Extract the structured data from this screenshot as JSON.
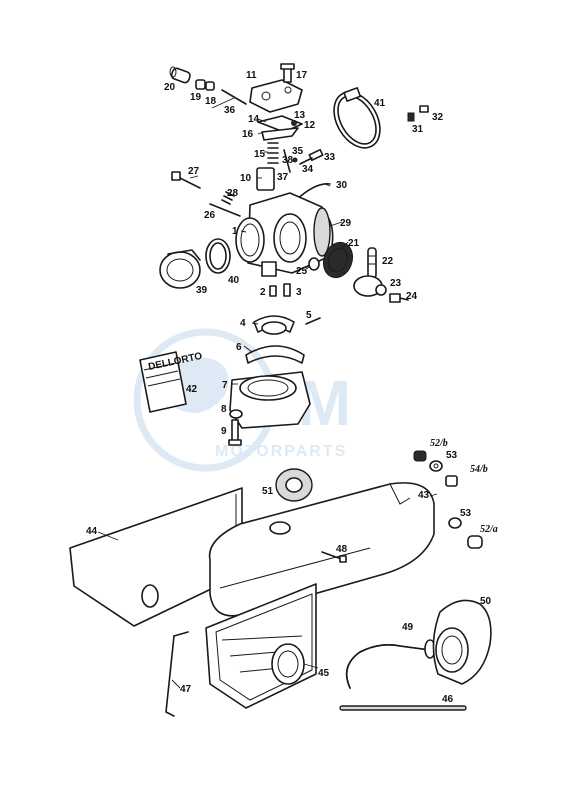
{
  "watermark": {
    "brand": "EM",
    "tagline": "MOTORPARTS",
    "color": "#9fc3e0"
  },
  "packet_label": "DELLORTO",
  "callouts": [
    {
      "id": "20",
      "text": "20"
    },
    {
      "id": "19",
      "text": "19"
    },
    {
      "id": "18",
      "text": "18"
    },
    {
      "id": "36",
      "text": "36"
    },
    {
      "id": "11",
      "text": "11"
    },
    {
      "id": "17",
      "text": "17"
    },
    {
      "id": "41",
      "text": "41"
    },
    {
      "id": "32",
      "text": "32"
    },
    {
      "id": "31",
      "text": "31"
    },
    {
      "id": "14",
      "text": "14"
    },
    {
      "id": "13",
      "text": "13"
    },
    {
      "id": "12",
      "text": "12"
    },
    {
      "id": "16",
      "text": "16"
    },
    {
      "id": "15",
      "text": "15"
    },
    {
      "id": "35",
      "text": "35"
    },
    {
      "id": "38",
      "text": "38"
    },
    {
      "id": "33",
      "text": "33"
    },
    {
      "id": "34",
      "text": "34"
    },
    {
      "id": "27",
      "text": "27"
    },
    {
      "id": "10",
      "text": "10"
    },
    {
      "id": "37",
      "text": "37"
    },
    {
      "id": "30",
      "text": "30"
    },
    {
      "id": "28",
      "text": "28"
    },
    {
      "id": "26",
      "text": "26"
    },
    {
      "id": "29",
      "text": "29"
    },
    {
      "id": "1",
      "text": "1"
    },
    {
      "id": "21",
      "text": "21"
    },
    {
      "id": "22",
      "text": "22"
    },
    {
      "id": "25",
      "text": "25"
    },
    {
      "id": "39",
      "text": "39"
    },
    {
      "id": "40",
      "text": "40"
    },
    {
      "id": "23",
      "text": "23"
    },
    {
      "id": "24",
      "text": "24"
    },
    {
      "id": "2",
      "text": "2"
    },
    {
      "id": "3",
      "text": "3"
    },
    {
      "id": "5",
      "text": "5"
    },
    {
      "id": "4",
      "text": "4"
    },
    {
      "id": "6",
      "text": "6"
    },
    {
      "id": "42",
      "text": "42"
    },
    {
      "id": "7",
      "text": "7"
    },
    {
      "id": "8",
      "text": "8"
    },
    {
      "id": "9",
      "text": "9"
    },
    {
      "id": "52b",
      "text": "52/b"
    },
    {
      "id": "53a",
      "text": "53"
    },
    {
      "id": "54b",
      "text": "54/b"
    },
    {
      "id": "51",
      "text": "51"
    },
    {
      "id": "43",
      "text": "43"
    },
    {
      "id": "44",
      "text": "44"
    },
    {
      "id": "53b",
      "text": "53"
    },
    {
      "id": "52a",
      "text": "52/a"
    },
    {
      "id": "48",
      "text": "48"
    },
    {
      "id": "50",
      "text": "50"
    },
    {
      "id": "49",
      "text": "49"
    },
    {
      "id": "47",
      "text": "47"
    },
    {
      "id": "45",
      "text": "45"
    },
    {
      "id": "46",
      "text": "46"
    }
  ]
}
